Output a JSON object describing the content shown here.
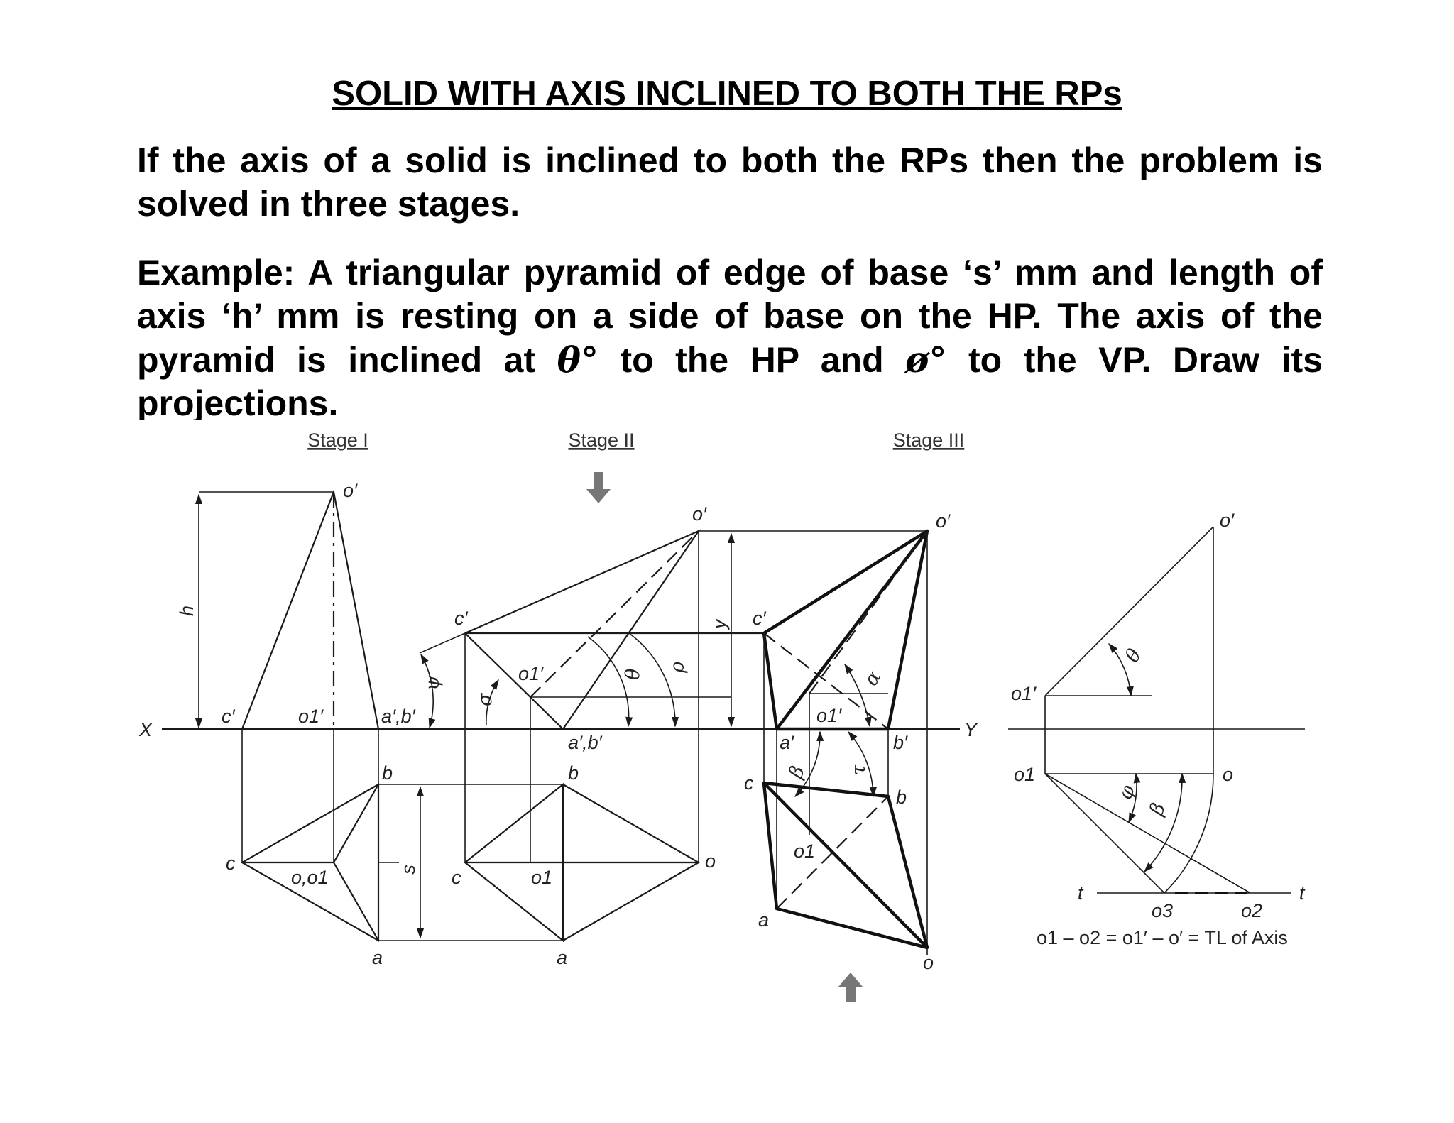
{
  "title": "SOLID WITH AXIS INCLINED TO BOTH THE RPs",
  "intro": "If the axis of a solid is inclined to both the RPs then the problem is solved in three stages.",
  "example": {
    "part1": "Example: A triangular pyramid of edge of base ‘s’ mm and length of axis ‘h’ mm is resting on a side of base on the HP. The axis of the pyramid is inclined at ",
    "theta_symbol": "θ°",
    "part2": " to the HP and ",
    "phi_symbol": "ø°",
    "part3": " to the VP. Draw its projections."
  },
  "diagram": {
    "stages": [
      "Stage I",
      "Stage II",
      "Stage III"
    ],
    "reference_line": {
      "x_label": "X",
      "y_label": "Y"
    },
    "labels": {
      "o_prime": "o′",
      "c_prime": "c′",
      "o1_prime": "o1′",
      "ab_prime": "a′,b′",
      "a_prime": "a′",
      "b_prime": "b′",
      "a": "a",
      "b": "b",
      "c": "c",
      "o": "o",
      "o1": "o1",
      "o_o1": "o,o1",
      "h": "h",
      "s": "s",
      "y": "y",
      "t": "t",
      "o2": "o2",
      "o3": "o3"
    },
    "greek": {
      "theta": "θ",
      "phi": "φ",
      "beta": "β",
      "alpha": "α",
      "psi": "ψ",
      "sigma": "σ",
      "rho": "ρ",
      "tau": "τ"
    },
    "relation": "o1 – o2 = o1′ – o′ = TL of Axis"
  }
}
